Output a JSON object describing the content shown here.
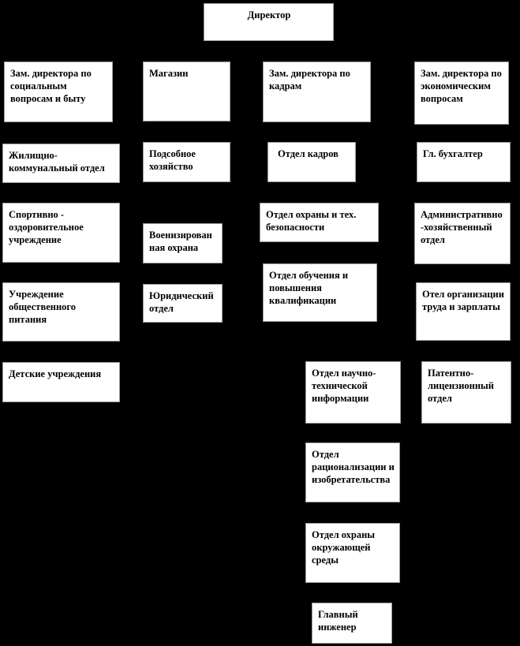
{
  "palette": {
    "background": "#000000",
    "box_fill": "#ffffff",
    "box_text": "#000000"
  },
  "org_chart": {
    "nodes": {
      "director": "Директор",
      "deputy_social": "Зам. директора по социальным вопросам и быту",
      "store": "Магазин",
      "deputy_hr": "Зам. директора по кадрам",
      "deputy_econ": "Зам. директора по экономическим вопросам",
      "housing": "Жилищно-коммунальный отдел",
      "subsidiary_farm": "Подсобное хозяйство",
      "hr_dept": "Отдел кадров",
      "chief_accountant": "Гл. бухгалтер",
      "sport": "Спортивно - оздоровительное учреждение",
      "paramilitary_guard": "Военизированная охрана",
      "safety_dept": "Отдел охраны и тех. безопасности",
      "admin_dept": "Административно-хозяйственный отдел",
      "catering": "Учреждение общественного питания",
      "legal_dept": "Юридический отдел",
      "training_dept": "Отдел обучения и повышения квалификации",
      "labor_dept": "Отел организации труда и зарплаты",
      "children": "Детские учреждения",
      "sci_info_dept": "Отдел научно-технической информации",
      "patent_dept": "Патентно-лицензионный отдел",
      "rationalization_dept": "Отдел рационализации и изобретательства",
      "environment_dept": "Отдел охраны окружающей среды",
      "chief_engineer": "Главный инженер"
    }
  }
}
